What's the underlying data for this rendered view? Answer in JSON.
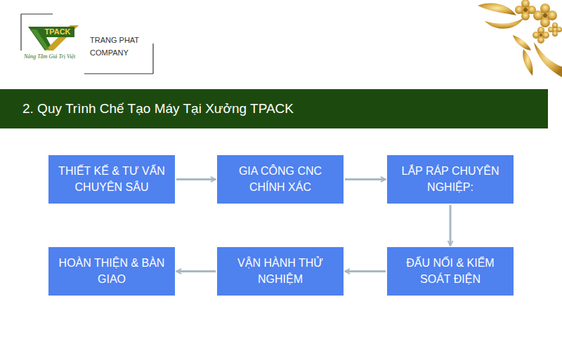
{
  "diagram": {
    "title": "2. Quy Trình Chế Tạo Máy Tại Xưởng TPACK",
    "nodes": [
      {
        "text": [
          "THIẾT KẾ & TƯ VẤN CHUYÊN SÂU"
        ]
      },
      {
        "text": [
          "GIA CÔNG CNC CHÍNH XÁC"
        ]
      },
      {
        "text": [
          "LẮP RÁP CHUYÊN NGHIỆP:"
        ]
      },
      {
        "text": [
          "HOÀN THIỆN & BÀN GIAO"
        ]
      },
      {
        "text": [
          "VẬN HÀNH THỬ NGHIỆM"
        ]
      },
      {
        "text": [
          "ĐẤU NỐI & KIỂM SOÁT ĐIỆN"
        ]
      }
    ],
    "edges": [
      {
        "from": 0,
        "to": 1,
        "arrow": "to"
      },
      {
        "from": 1,
        "to": 2,
        "arrow": "to"
      },
      {
        "from": 2,
        "to": 5,
        "arrow": "to"
      },
      {
        "from": 5,
        "to": 4,
        "arrow": "to"
      },
      {
        "from": 4,
        "to": 3,
        "arrow": "to"
      }
    ],
    "labels": [
      "TPACK",
      "Nâng Tầm Giá Trị Việt",
      "TRANG PHAT COMPANY"
    ]
  }
}
